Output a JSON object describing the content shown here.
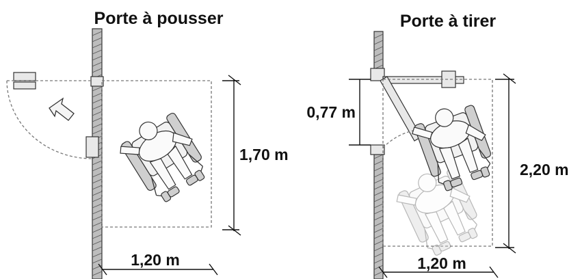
{
  "panels": [
    {
      "title": "Porte à pousser",
      "width_label": "1,20 m",
      "depth_label": "1,70 m"
    },
    {
      "title": "Porte à tirer",
      "width_label": "1,20 m",
      "depth_label": "2,20 m",
      "door_label": "0,77 m"
    }
  ]
}
